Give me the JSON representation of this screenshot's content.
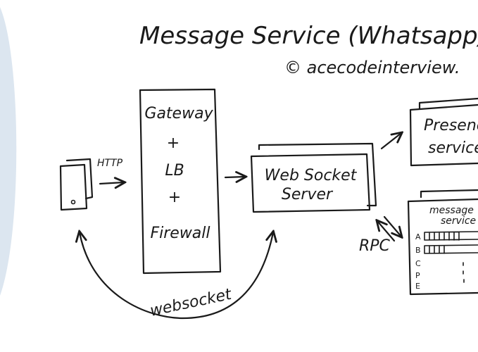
{
  "title": "Message Service (Whatsapp)",
  "credit": "© acecodeinterview.",
  "colors": {
    "ink": "#1a1a1a",
    "left_panel": "#dce6f0",
    "background": "#ffffff"
  },
  "client": {
    "label": "HTTP"
  },
  "gateway": {
    "lines": [
      "Gateway",
      "+",
      "LB",
      "+",
      "Firewall"
    ]
  },
  "websocket_server": {
    "lines": [
      "Web Socket",
      "Server"
    ]
  },
  "presence_service": {
    "lines": [
      "Presence",
      "service"
    ]
  },
  "rpc_label": "RPC",
  "message_service": {
    "lines": [
      "message",
      "service"
    ],
    "rows": [
      "A",
      "B",
      "C",
      "P",
      "E"
    ]
  },
  "websocket_label": "websocket"
}
